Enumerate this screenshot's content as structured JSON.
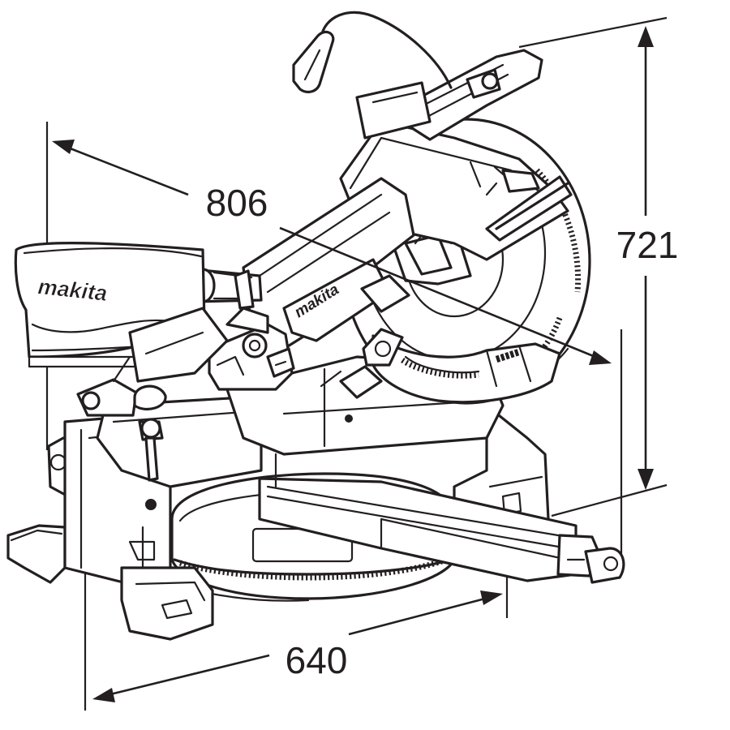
{
  "dimensions": {
    "length": "806",
    "height": "721",
    "depth": "640"
  },
  "brand": {
    "fence_logo": "makita",
    "arm_logo": "makita"
  },
  "colors": {
    "line": "#231f20",
    "background": "#ffffff"
  }
}
